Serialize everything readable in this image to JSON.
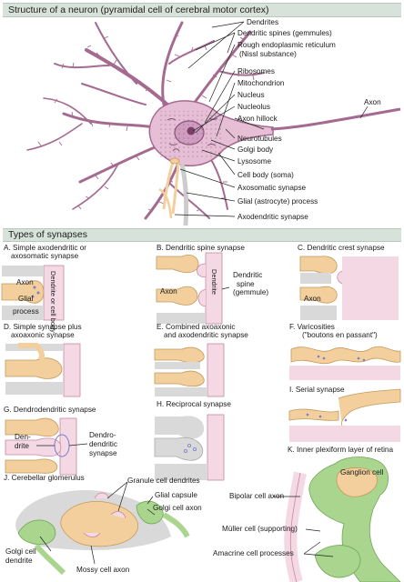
{
  "structure": {
    "title": "Structure of a neuron (pyramidal cell of cerebral motor cortex)",
    "labels": {
      "dendrites": "Dendrites",
      "spines": "Dendritic spines (gemmules)",
      "rer1": "Rough endoplasmic reticulum",
      "rer2": "(Nissl substance)",
      "ribosomes": "Ribosomes",
      "mitochondrion": "Mitochondrion",
      "nucleus": "Nucleus",
      "nucleolus": "Nucleolus",
      "hillock": "Axon hillock",
      "axon": "Axon",
      "neurotubules": "Neurotubules",
      "golgi": "Golgi body",
      "lysosome": "Lysosome",
      "soma": "Cell body (soma)",
      "axosomatic": "Axosomatic synapse",
      "glial": "Glial (astrocyte) process",
      "axodendritic": "Axodendritic synapse"
    }
  },
  "synapses": {
    "title": "Types of synapses",
    "A": {
      "title1": "A. Simple axodendritic or",
      "title2": "axosomatic synapse",
      "axon": "Axon",
      "glial1": "Glial",
      "glial2": "process",
      "dend": "Dendrite or cell body"
    },
    "B": {
      "title": "B. Dendritic spine synapse",
      "axon": "Axon",
      "dend": "Dendrite",
      "spine1": "Dendritic",
      "spine2": "spine",
      "spine3": "(gemmule)"
    },
    "C": {
      "title": "C. Dendritic crest synapse",
      "axon": "Axon"
    },
    "D": {
      "title1": "D. Simple synapse plus",
      "title2": "axoaxonic synapse"
    },
    "E": {
      "title1": "E. Combined axoaxonic",
      "title2": "and axodendritic synapse"
    },
    "F": {
      "title1": "F. Varicosities",
      "title2": "(\"boutons en passant\")"
    },
    "G": {
      "title": "G. Dendrodendritic synapse",
      "den1": "Den-",
      "den2": "drite",
      "dd1": "Dendro-",
      "dd2": "dendritic",
      "dd3": "synapse"
    },
    "H": {
      "title": "H. Reciprocal synapse"
    },
    "I": {
      "title": "I. Serial synapse"
    },
    "J": {
      "title": "J. Cerebellar glomerulus",
      "granule": "Granule cell dendrites",
      "capsule": "Glial capsule",
      "golgiAxon": "Golgi cell axon",
      "golgiDend1": "Golgi cell",
      "golgiDend2": "dendrite",
      "mossy": "Mossy cell axon"
    },
    "K": {
      "title": "K. Inner plexiform layer of retina",
      "ganglion": "Ganglion cell",
      "bipolar": "Bipolar cell axon",
      "muller": "Müller cell (supporting)",
      "amacrine": "Amacrine cell processes"
    }
  },
  "colors": {
    "neuron": "#e6bfd6",
    "neuronStroke": "#a56a90",
    "axonTerminal": "#f2cf9c",
    "dendrite": "#f4d8e4",
    "glial": "#d9d9d9",
    "banner": "#d6e2da",
    "green": "#a9d58f",
    "vesicle": "#7c7cc8"
  }
}
